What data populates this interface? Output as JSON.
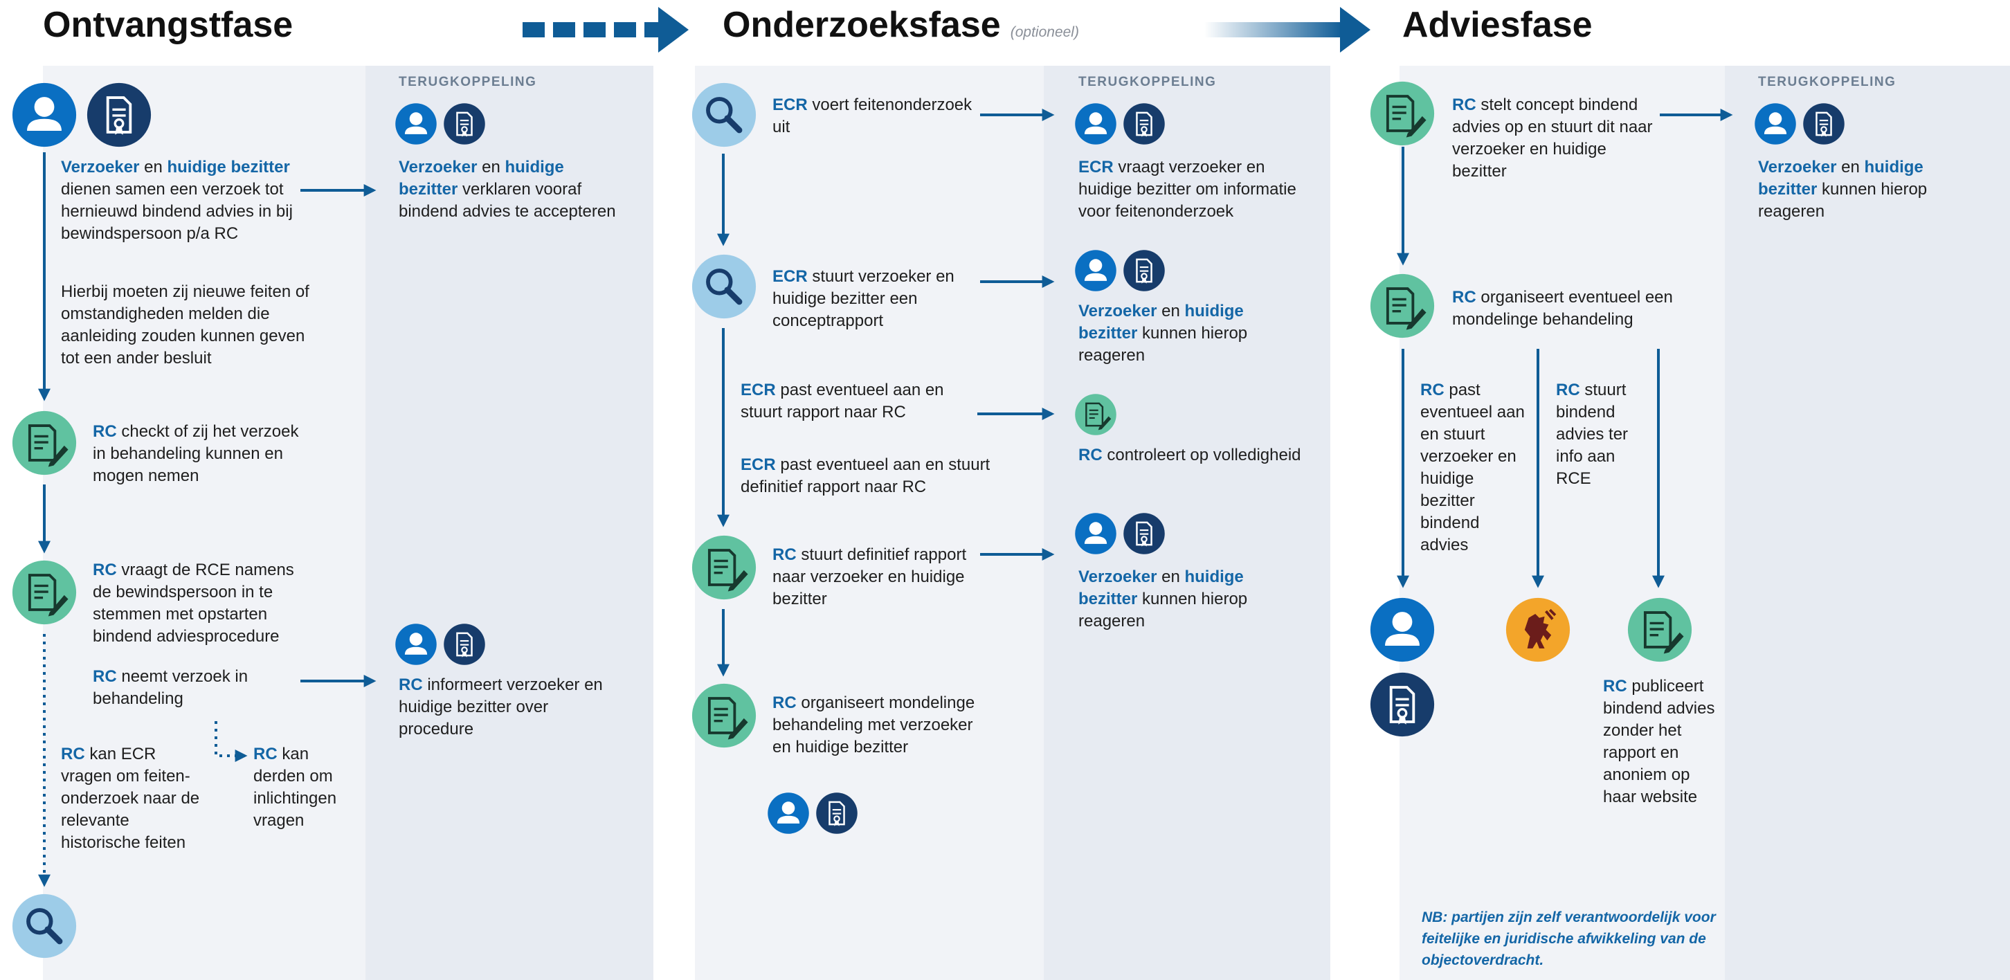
{
  "colors": {
    "person": "#0a6fc2",
    "document": "#173c6b",
    "research": "#9dcce8",
    "rc": "#60c2a0",
    "rce": "#f3a52a",
    "arrow": "#0f5c96",
    "accent": "#1466a6"
  },
  "phases": [
    {
      "title": "Ontvangstfase"
    },
    {
      "title": "Onderzoeksfase",
      "optional": "(optioneel)"
    },
    {
      "title": "Adviesfase"
    }
  ],
  "feedback_label": "TERUGKOPPELING",
  "steps": {
    "o1": [
      {
        "b": "Verzoeker"
      },
      {
        "t": " en "
      },
      {
        "b": "huidige bezitter"
      },
      {
        "t": " dienen samen een verzoek tot hernieuwd bindend advies in bij bewindspersoon p/a RC"
      }
    ],
    "o2": [
      {
        "t": "Hierbij moeten zij nieuwe feiten of omstandigheden melden die aanleiding zouden kunnen geven tot een ander besluit"
      }
    ],
    "o3": [
      {
        "b": "RC"
      },
      {
        "t": " checkt of zij het verzoek in behandeling kunnen en mogen nemen"
      }
    ],
    "o4": [
      {
        "b": "RC"
      },
      {
        "t": " vraagt de RCE namens de bewindspersoon in te stemmen met opstarten bindend adviesprocedure"
      }
    ],
    "o5": [
      {
        "b": "RC"
      },
      {
        "t": " neemt verzoek in behandeling"
      }
    ],
    "o6": [
      {
        "b": "RC"
      },
      {
        "t": " kan ECR vragen om feiten­onderzoek naar de relevante historische feiten"
      }
    ],
    "o7": [
      {
        "b": "RC"
      },
      {
        "t": " kan derden om inlichtingen vragen"
      }
    ],
    "of1": [
      {
        "b": "Verzoeker"
      },
      {
        "t": " en "
      },
      {
        "b": "huidige bezitter"
      },
      {
        "t": " verklaren vooraf bindend advies te accepteren"
      }
    ],
    "of2": [
      {
        "b": "RC"
      },
      {
        "t": " informeert verzoeker en huidige bezitter over procedure"
      }
    ],
    "r1": [
      {
        "b": "ECR"
      },
      {
        "t": " voert feitenonderzoek uit"
      }
    ],
    "r2": [
      {
        "b": "ECR"
      },
      {
        "t": " stuurt verzoeker en huidige bezitter een conceptrapport"
      }
    ],
    "r3": [
      {
        "b": "ECR"
      },
      {
        "t": " past eventueel aan en stuurt rapport naar RC"
      }
    ],
    "r4": [
      {
        "b": "ECR"
      },
      {
        "t": " past eventueel aan en stuurt definitief rapport naar RC"
      }
    ],
    "r5": [
      {
        "b": "RC"
      },
      {
        "t": " stuurt definitief rapport naar verzoeker en huidige bezitter"
      }
    ],
    "r6": [
      {
        "b": "RC"
      },
      {
        "t": " organiseert mondelinge behandeling met verzoeker en huidige bezitter"
      }
    ],
    "rf1": [
      {
        "b": "ECR"
      },
      {
        "t": " vraagt verzoeker en huidige bezitter om informatie voor feitenonderzoek"
      }
    ],
    "rf2": [
      {
        "b": "Verzoeker"
      },
      {
        "t": " en "
      },
      {
        "b": "huidige bezitter"
      },
      {
        "t": " kunnen hierop reageren"
      }
    ],
    "rf3": [
      {
        "b": "RC"
      },
      {
        "t": " controleert op volledigheid"
      }
    ],
    "rf4": [
      {
        "b": "Verzoeker"
      },
      {
        "t": " en "
      },
      {
        "b": "huidige bezitter"
      },
      {
        "t": " kunnen hierop reageren"
      }
    ],
    "a1": [
      {
        "b": "RC"
      },
      {
        "t": " stelt concept bindend advies op en stuurt dit naar verzoeker en huidige bezitter"
      }
    ],
    "a2": [
      {
        "b": "RC"
      },
      {
        "t": " organiseert eventueel een mondelinge behandeling"
      }
    ],
    "a3": [
      {
        "b": "RC"
      },
      {
        "t": " past eventueel aan en stuurt verzoeker en huidige bezitter bindend advies"
      }
    ],
    "a4": [
      {
        "b": "RC"
      },
      {
        "t": " stuurt bindend advies ter info aan RCE"
      }
    ],
    "a5": [
      {
        "b": "RC"
      },
      {
        "t": " publiceert bindend advies zonder het rapport en anoniem op haar website"
      }
    ],
    "af1": [
      {
        "b": "Verzoeker"
      },
      {
        "t": " en "
      },
      {
        "b": "huidige bezitter"
      },
      {
        "t": " kunnen hierop reageren"
      }
    ]
  },
  "note": "NB: partijen zijn zelf verantwoordelijk voor feitelijke en juridische afwikkeling van de objectoverdracht."
}
